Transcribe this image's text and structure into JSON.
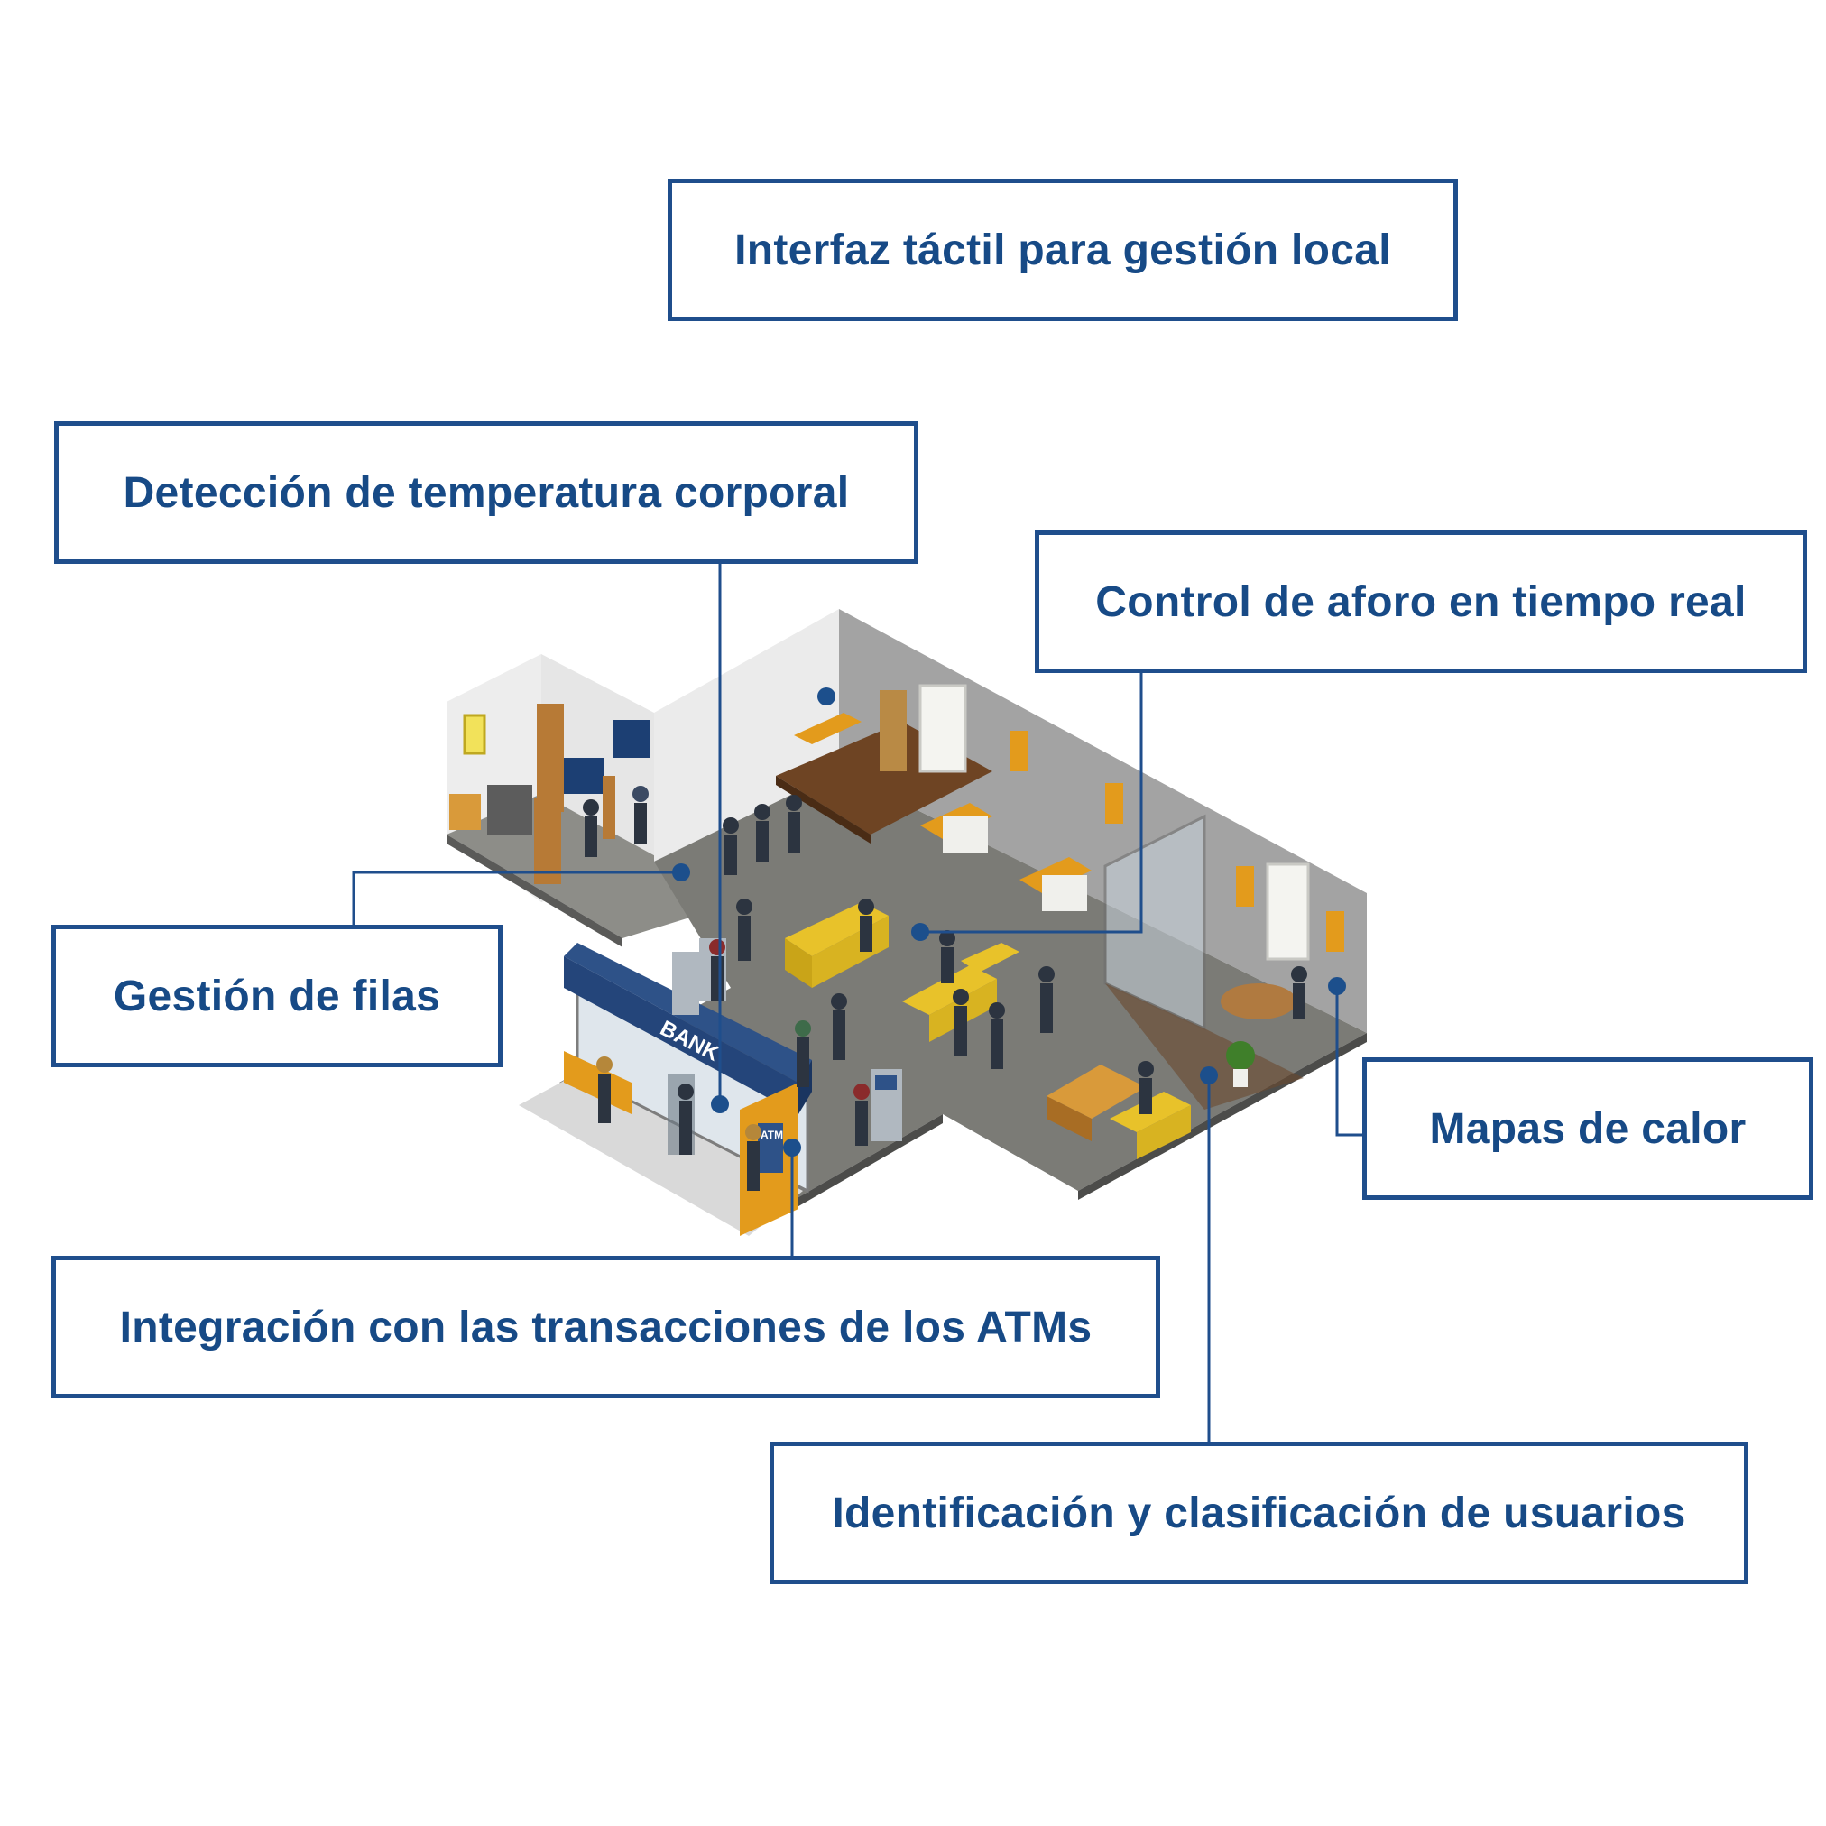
{
  "colors": {
    "accent": "#1f4e8c",
    "text": "#174a86",
    "background": "#ffffff",
    "floor": "#7a7a75",
    "wall": "#9a9a9a",
    "wood": "#6e4423",
    "sofa": "#e8c22a",
    "counter": "#e39b1c"
  },
  "labels": {
    "interfaz": "Interfaz táctil para gestión local",
    "temperatura": "Detección de temperatura corporal",
    "aforo": "Control de aforo en tiempo real",
    "filas": "Gestión de filas",
    "calor": "Mapas de calor",
    "atm": "Integración con las transacciones de los ATMs",
    "identificacion": "Identificación y clasificación de usuarios"
  },
  "illustration": {
    "sign_text": "BANK",
    "atm_text": "ATM"
  }
}
